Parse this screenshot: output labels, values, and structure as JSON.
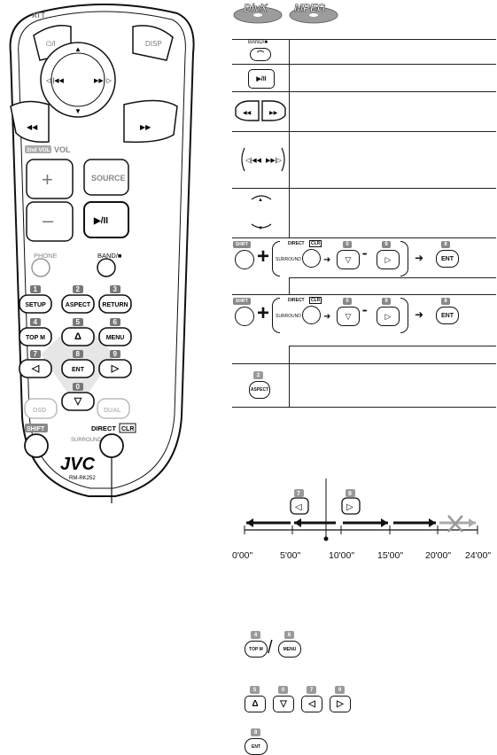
{
  "discs": [
    "DivX",
    "MPEG"
  ],
  "remote": {
    "top_labels": {
      "att": "ATT",
      "power": "⏻/I",
      "disp": "DISP"
    },
    "vol_label": "VOL",
    "vol_tag": "2nd VOL",
    "source_label": "SOURCE",
    "play_label": "▶/II",
    "phone_label": "PHONE",
    "band_label": "BAND/■",
    "keys": [
      {
        "num": "1",
        "label": "SETUP"
      },
      {
        "num": "2",
        "label": "ASPECT"
      },
      {
        "num": "3",
        "label": "RETURN"
      },
      {
        "num": "4",
        "label": "TOP M"
      },
      {
        "num": "5",
        "label": "Δ"
      },
      {
        "num": "6",
        "label": "MENU"
      },
      {
        "num": "7",
        "label": "◁"
      },
      {
        "num": "8",
        "label": "ENT"
      },
      {
        "num": "9",
        "label": "▷"
      },
      {
        "num": "0",
        "label": "▽"
      }
    ],
    "osd_label": "OSD",
    "dual_label": "DUAL",
    "shift_label": "SHIFT",
    "surround_label": "SURROUND",
    "direct_label": "DIRECT",
    "clr_label": "CLR",
    "brand": "JVC",
    "model": "RM-RK252"
  },
  "table": {
    "band_label": "BAND/■",
    "play_label": "▶/II",
    "shift_label": "SHIFT",
    "direct_label": "DIRECT",
    "clr_label": "CLR",
    "surround_label": "SURROUND",
    "ent_label": "ENT",
    "aspect_label": "ASPECT",
    "num_zero": "0",
    "num_nine": "9",
    "num_eight": "8",
    "num_two": "2",
    "dots": "•••"
  },
  "timeline": {
    "ticks": [
      "0'00\"",
      "5'00\"",
      "10'00\"",
      "15'00\"",
      "20'00\"",
      "24'00\""
    ],
    "left_key": {
      "num": "7",
      "symbol": "◁"
    },
    "right_key": {
      "num": "9",
      "symbol": "▷"
    }
  },
  "bottom_keys": {
    "topm": {
      "num": "4",
      "label": "TOP M"
    },
    "menu": {
      "num": "6",
      "label": "MENU"
    },
    "nav": [
      {
        "num": "5",
        "symbol": "Δ"
      },
      {
        "num": "0",
        "symbol": "▽"
      },
      {
        "num": "7",
        "symbol": "◁"
      },
      {
        "num": "9",
        "symbol": "▷"
      }
    ],
    "ent": {
      "num": "8",
      "label": "ENT"
    }
  }
}
